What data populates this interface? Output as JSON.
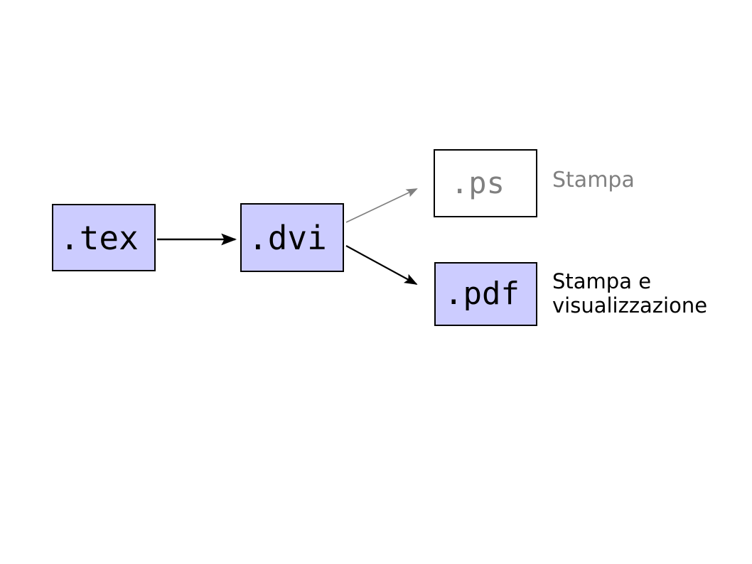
{
  "diagram": {
    "title": "LaTeX output formats workflow",
    "background_color": "#ffffff",
    "node_fill_color": "#cccfff",
    "node_border_color": "#000000",
    "muted_color": "#808080",
    "strong_color": "#000000",
    "nodes": [
      {
        "id": "tex",
        "label": ".tex",
        "style": "filled"
      },
      {
        "id": "dvi",
        "label": ".dvi",
        "style": "filled"
      },
      {
        "id": "ps",
        "label": ".ps",
        "style": "outline"
      },
      {
        "id": "pdf",
        "label": ".pdf",
        "style": "filled"
      }
    ],
    "annotations": [
      {
        "id": "stampa",
        "text": "Stampa",
        "color": "#808080"
      },
      {
        "id": "stampa-visualizzazione",
        "text": "Stampa e\nvisualizzazione",
        "color": "#000000"
      }
    ],
    "edges": [
      {
        "id": "tex-to-dvi",
        "from": "tex",
        "to": "dvi",
        "color": "#000000"
      },
      {
        "id": "dvi-to-ps",
        "from": "dvi",
        "to": "ps",
        "color": "#808080"
      },
      {
        "id": "dvi-to-pdf",
        "from": "dvi",
        "to": "pdf",
        "color": "#000000"
      }
    ]
  }
}
